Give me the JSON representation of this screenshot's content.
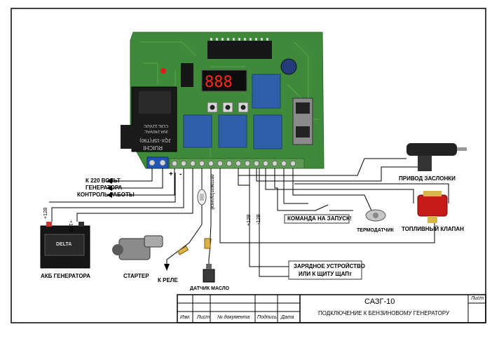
{
  "labels": {
    "power_220": "К 220 ВОЛЬТ",
    "generator_line": "ГЕНЕРАТОРА",
    "control_work": "КОНТРОЛЬ РАБОТЫ",
    "battery": "АКБ ГЕНЕРАТОРА",
    "starter": "СТАРТЕР",
    "to_relay": "К РЕЛЕ",
    "oil_sensor": "ДАТЧИК МАСЛО",
    "choke_drive": "ПРИВОД ЗАСЛОНКИ",
    "start_command": "КОМАНДА НА ЗАПУСК!",
    "thermo_sensor": "ТЕРМОДАТЧИК",
    "fuel_valve": "ТОПЛИВНЫЙ КЛАПАН",
    "charger_line1": "ЗАРЯДНОЕ УСТРОЙСТВО",
    "charger_line2": "ИЛИ К ЩИТУ ЩАПт",
    "auto_manual": "автомат/ручной",
    "plus12_left": "+12В",
    "plus12_batt": "+12В",
    "plus12_mid": "+12В",
    "minus12": "-12В",
    "plus_sign": "+",
    "minus_sign": "-",
    "relay_brand": "RUICHI",
    "relay_model": "JQX-15F(T90)",
    "relay_spec1": "30A 240VAC",
    "relay_spec2": "COIL:12VDC",
    "battery_brand": "DELTA"
  },
  "title_block": {
    "title": "САЗГ-10",
    "subtitle": "ПОДКЛЮЧЕНИЕ К БЕНЗИНОВОМУ ГЕНЕРАТОРУ",
    "sheet_label": "Лист",
    "col_change": "Изм.",
    "col_sheet": "Лист",
    "col_doc": "№ документа",
    "col_sign": "Подпись",
    "col_date": "Дата"
  },
  "colors": {
    "pcb": "#3f8a3a",
    "pcb_dark": "#2c6a2a",
    "relay_blue": "#2f5fa8",
    "terminal_blue": "#1f55b5",
    "wire": "#000000"
  }
}
